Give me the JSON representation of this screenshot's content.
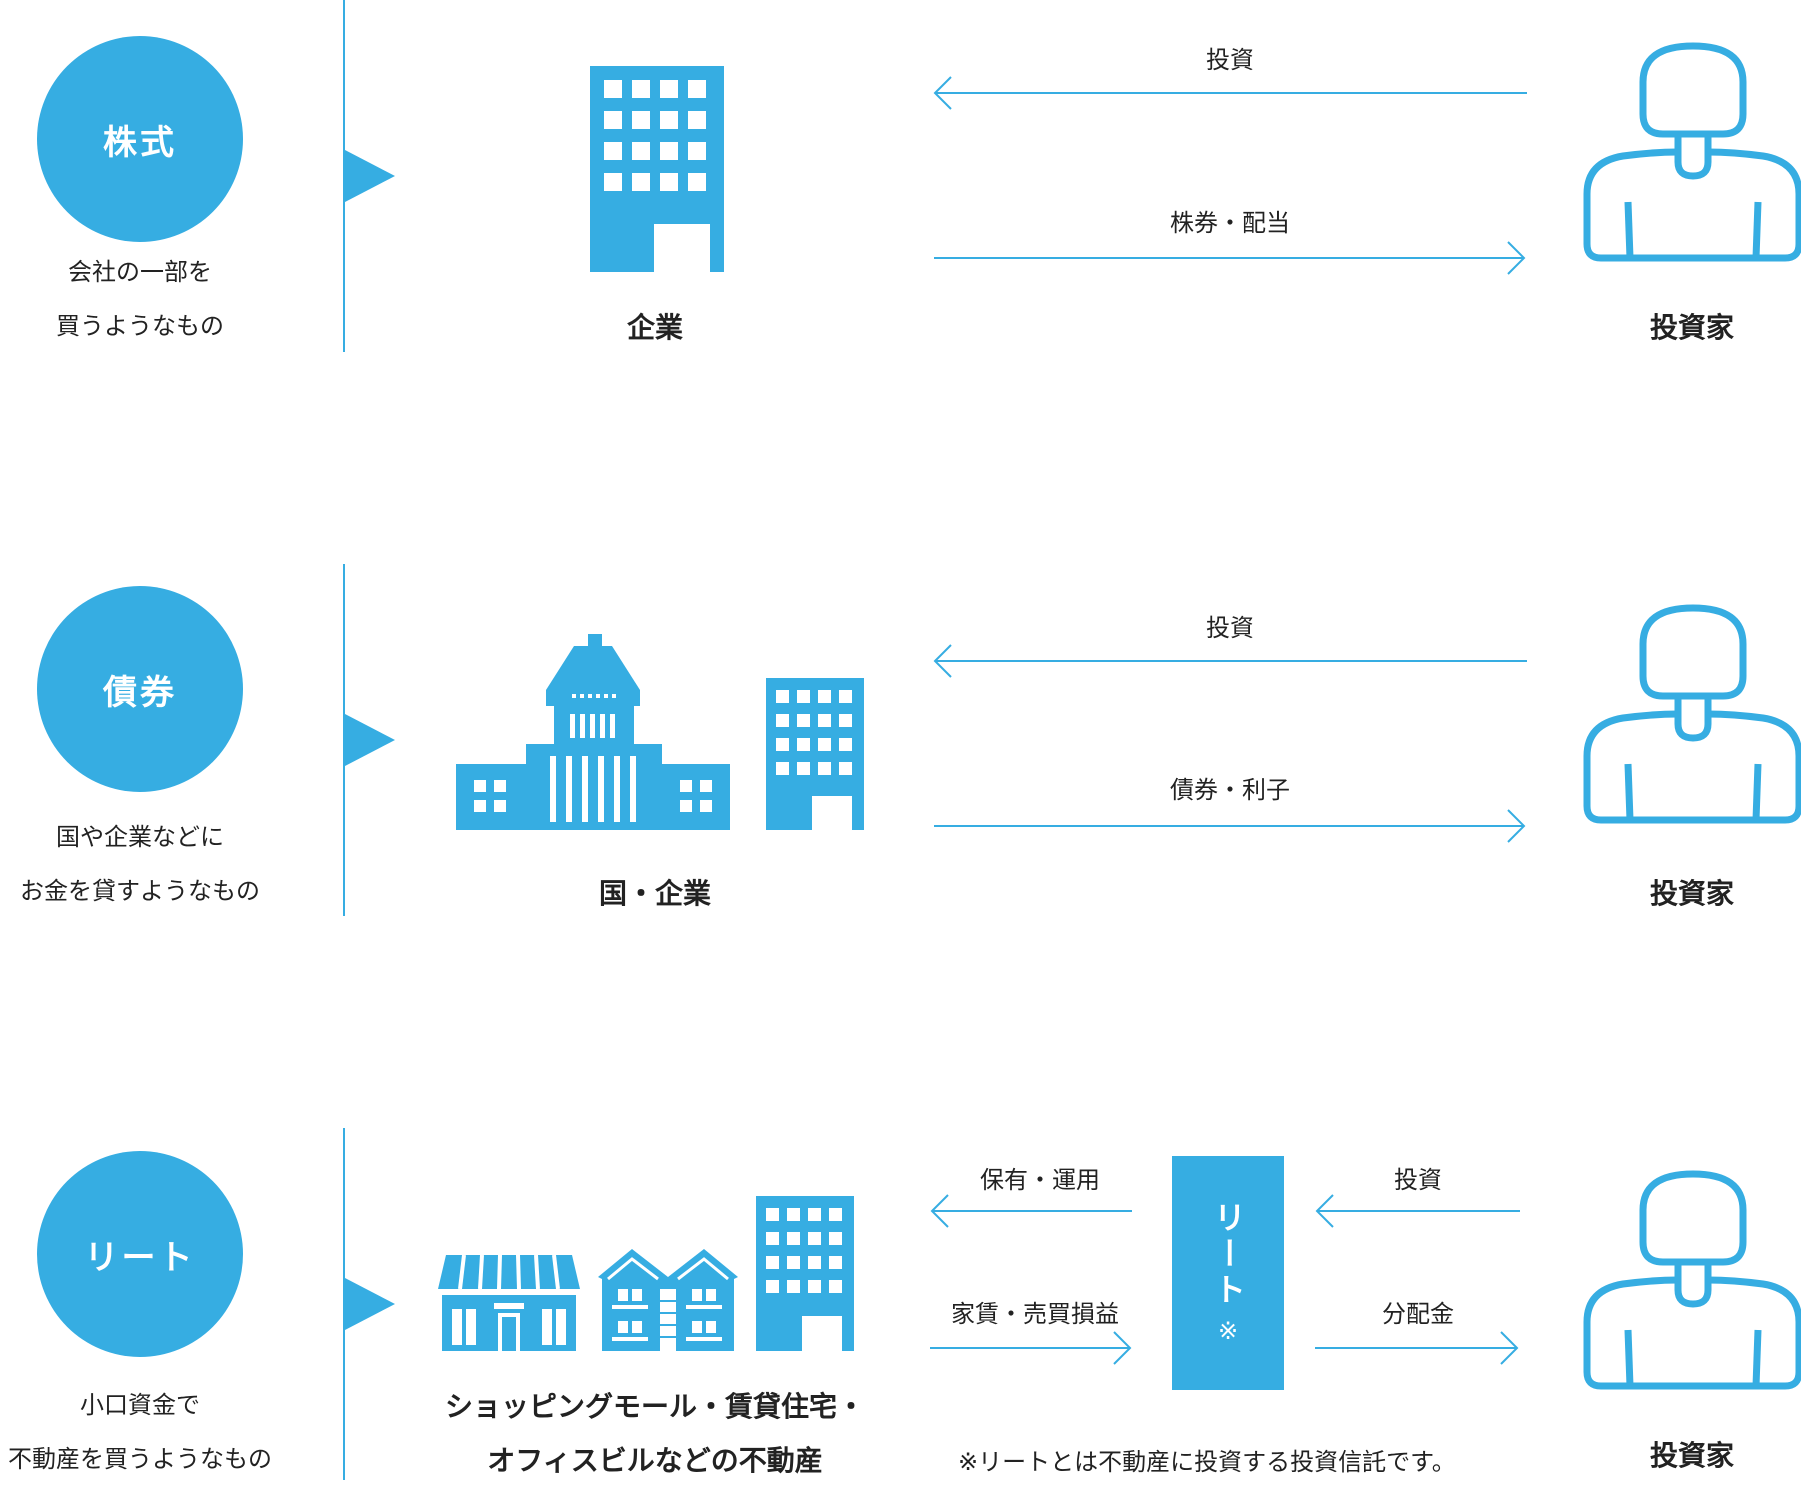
{
  "stock": {
    "circle_label": "株式",
    "desc_line1": "会社の一部を",
    "desc_line2": "買うようなもの",
    "entity_label": "企業",
    "arrow_top_label": "投資",
    "arrow_bottom_label": "株券・配当",
    "investor_label": "投資家"
  },
  "bond": {
    "circle_label": "債券",
    "desc_line1": "国や企業などに",
    "desc_line2": "お金を貸すようなもの",
    "entity_label": "国・企業",
    "arrow_top_label": "投資",
    "arrow_bottom_label": "債券・利子",
    "investor_label": "投資家"
  },
  "reit": {
    "circle_label": "リート",
    "desc_line1": "小口資金で",
    "desc_line2": "不動産を買うようなもの",
    "entity_line1": "ショッピングモール・賃貸住宅・",
    "entity_line2": "オフィスビルなどの不動産",
    "left_arrow_top_label": "保有・運用",
    "left_arrow_bottom_label": "家賃・売買損益",
    "box_label": "リート",
    "box_mark": "※",
    "right_arrow_top_label": "投資",
    "right_arrow_bottom_label": "分配金",
    "note": "※リートとは不動産に投資する投資信託です。",
    "investor_label": "投資家"
  },
  "colors": {
    "accent": "#36ade2",
    "text": "#222222"
  },
  "icons": [
    "office-building-icon",
    "parliament-building-icon",
    "shop-icon",
    "apartment-icon",
    "investor-person-icon"
  ]
}
